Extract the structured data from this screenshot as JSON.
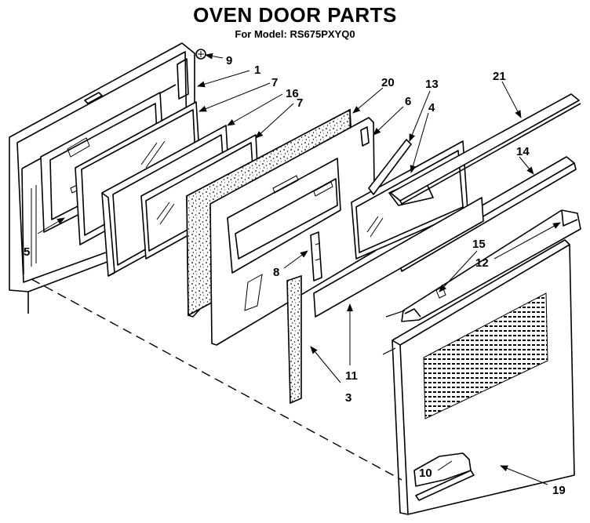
{
  "header": {
    "title": "OVEN DOOR PARTS",
    "subtitle": "For Model: RS675PXYQ0"
  },
  "callouts": {
    "c1": "1",
    "c3": "3",
    "c4": "4",
    "c5": "5",
    "c6": "6",
    "c7a": "7",
    "c7b": "7",
    "c8": "8",
    "c9": "9",
    "c10": "10",
    "c11": "11",
    "c12": "12",
    "c13": "13",
    "c14": "14",
    "c15": "15",
    "c16": "16",
    "c19": "19",
    "c20": "20",
    "c21": "21"
  }
}
